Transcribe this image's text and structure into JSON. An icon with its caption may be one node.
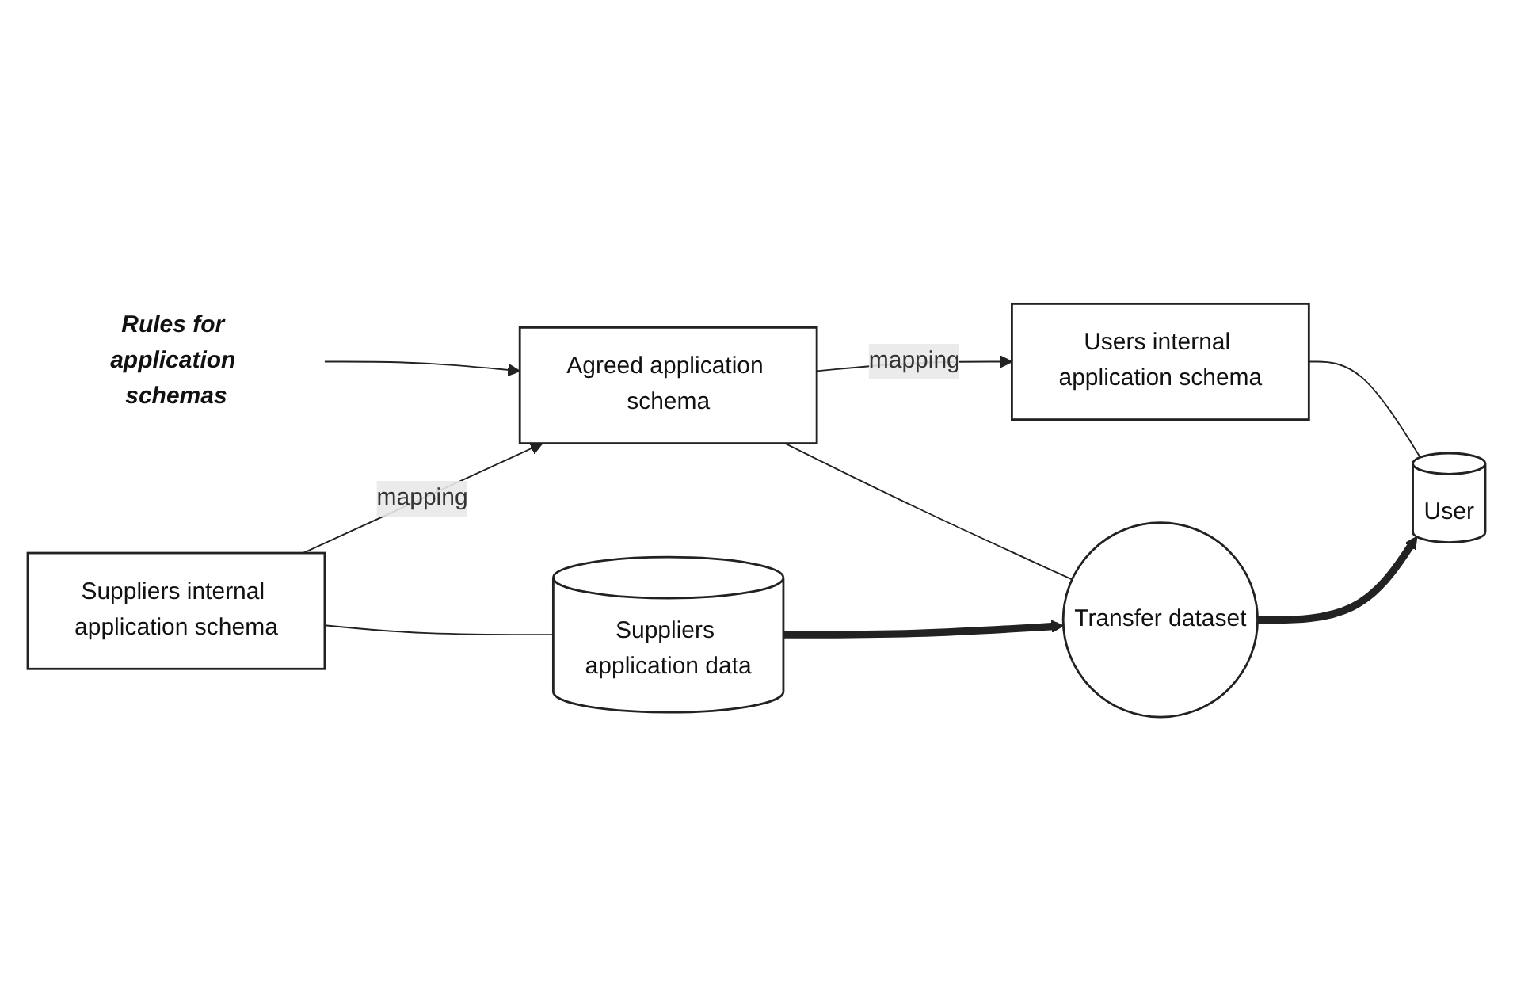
{
  "diagram": {
    "nodes": [
      {
        "text": [
          "Rules for application schemas"
        ]
      },
      {
        "text": [
          "Suppliers internal application schema"
        ]
      },
      {
        "text": [
          "Agreed application schema"
        ]
      },
      {
        "text": [
          "Users internal application schema"
        ]
      },
      {
        "text": [
          "Suppliers application data"
        ]
      },
      {
        "text": [
          "Transfer dataset"
        ]
      },
      {
        "text": [
          "User"
        ]
      }
    ],
    "edges": [
      {
        "from": 1,
        "to": 2,
        "arrow": "to",
        "label": "mapping"
      },
      {
        "from": 0,
        "to": 2,
        "arrow": "to"
      },
      {
        "from": 2,
        "to": 3,
        "arrow": "to",
        "label": "mapping"
      },
      {
        "from": 1,
        "to": 4,
        "arrow": "none"
      },
      {
        "from": 2,
        "to": 5,
        "arrow": "none"
      },
      {
        "from": 3,
        "to": 6,
        "arrow": "none"
      },
      {
        "from": 4,
        "to": 5,
        "arrow": "to",
        "style": "thick"
      },
      {
        "from": 5,
        "to": 6,
        "arrow": "to",
        "style": "thick"
      }
    ]
  }
}
